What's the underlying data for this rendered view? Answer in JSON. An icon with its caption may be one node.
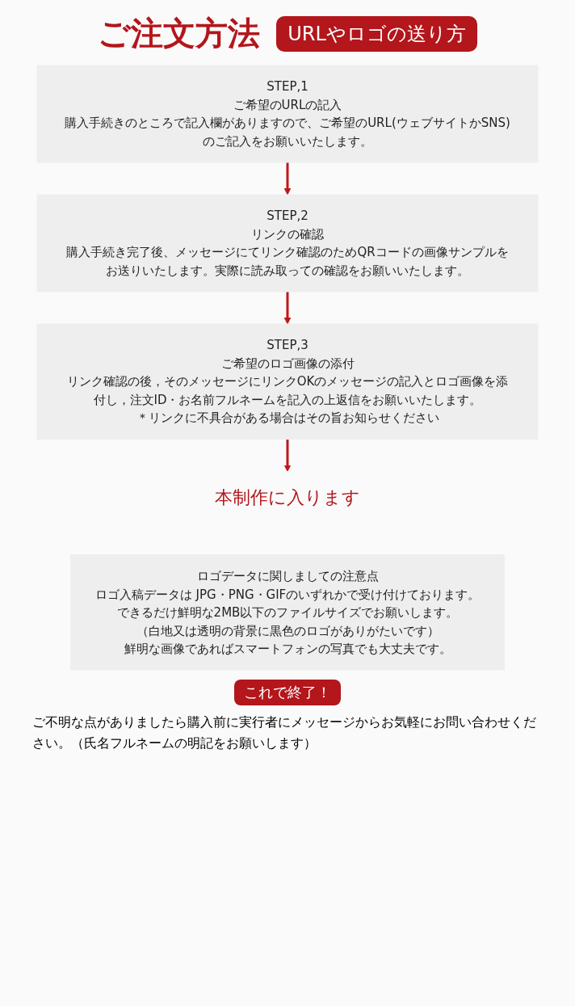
{
  "diagram": {
    "title": "ご注文方法",
    "nodes": [
      {
        "text": [
          "STEP,1",
          "ご希望のURLの記入",
          "購入手続きのところで記入欄がありますので、ご希望のURL(ウェブサイトかSNS)のご記入をお願いいたします。"
        ]
      },
      {
        "text": [
          "STEP,2",
          "リンクの確認",
          "購入手続き完了後、メッセージにてリンク確認のためQRコードの画像サンプルをお送りいたします。実際に読み取っての確認をお願いいたします。"
        ]
      },
      {
        "text": [
          "STEP,3",
          "ご希望のロゴ画像の添付",
          "リンク確認の後，そのメッセージにリンクOKのメッセージの記入とロゴ画像を添付し，注文ID・お名前フルネームを記入の上返信をお願いいたします。",
          "＊リンクに不具合がある場合はその旨お知らせください"
        ]
      },
      {
        "text": [
          "本制作に入ります"
        ]
      },
      {
        "text": [
          "ロゴデータに関しましての注意点",
          "ロゴ入稿データは JPG・PNG・GIFのいずれかで受け付けております。",
          "できるだけ鮮明な2MB以下のファイルサイズでお願いします。",
          "（白地又は透明の背景に黒色のロゴがありがたいです）",
          "鮮明な画像であればスマートフォンの写真でも大丈夫です。"
        ]
      }
    ],
    "edges": [
      {
        "from": 0,
        "to": 1,
        "arrow": "to"
      },
      {
        "from": 1,
        "to": 2,
        "arrow": "to"
      },
      {
        "from": 2,
        "to": 3,
        "arrow": "to"
      }
    ],
    "labels": [
      "URLやロゴの送り方",
      "これで終了！"
    ],
    "caption": "ご不明な点がありましたら購入前に実行者にメッセージからお気軽にお問い合わせください。（氏名フルネームの明記をお願いします）"
  }
}
